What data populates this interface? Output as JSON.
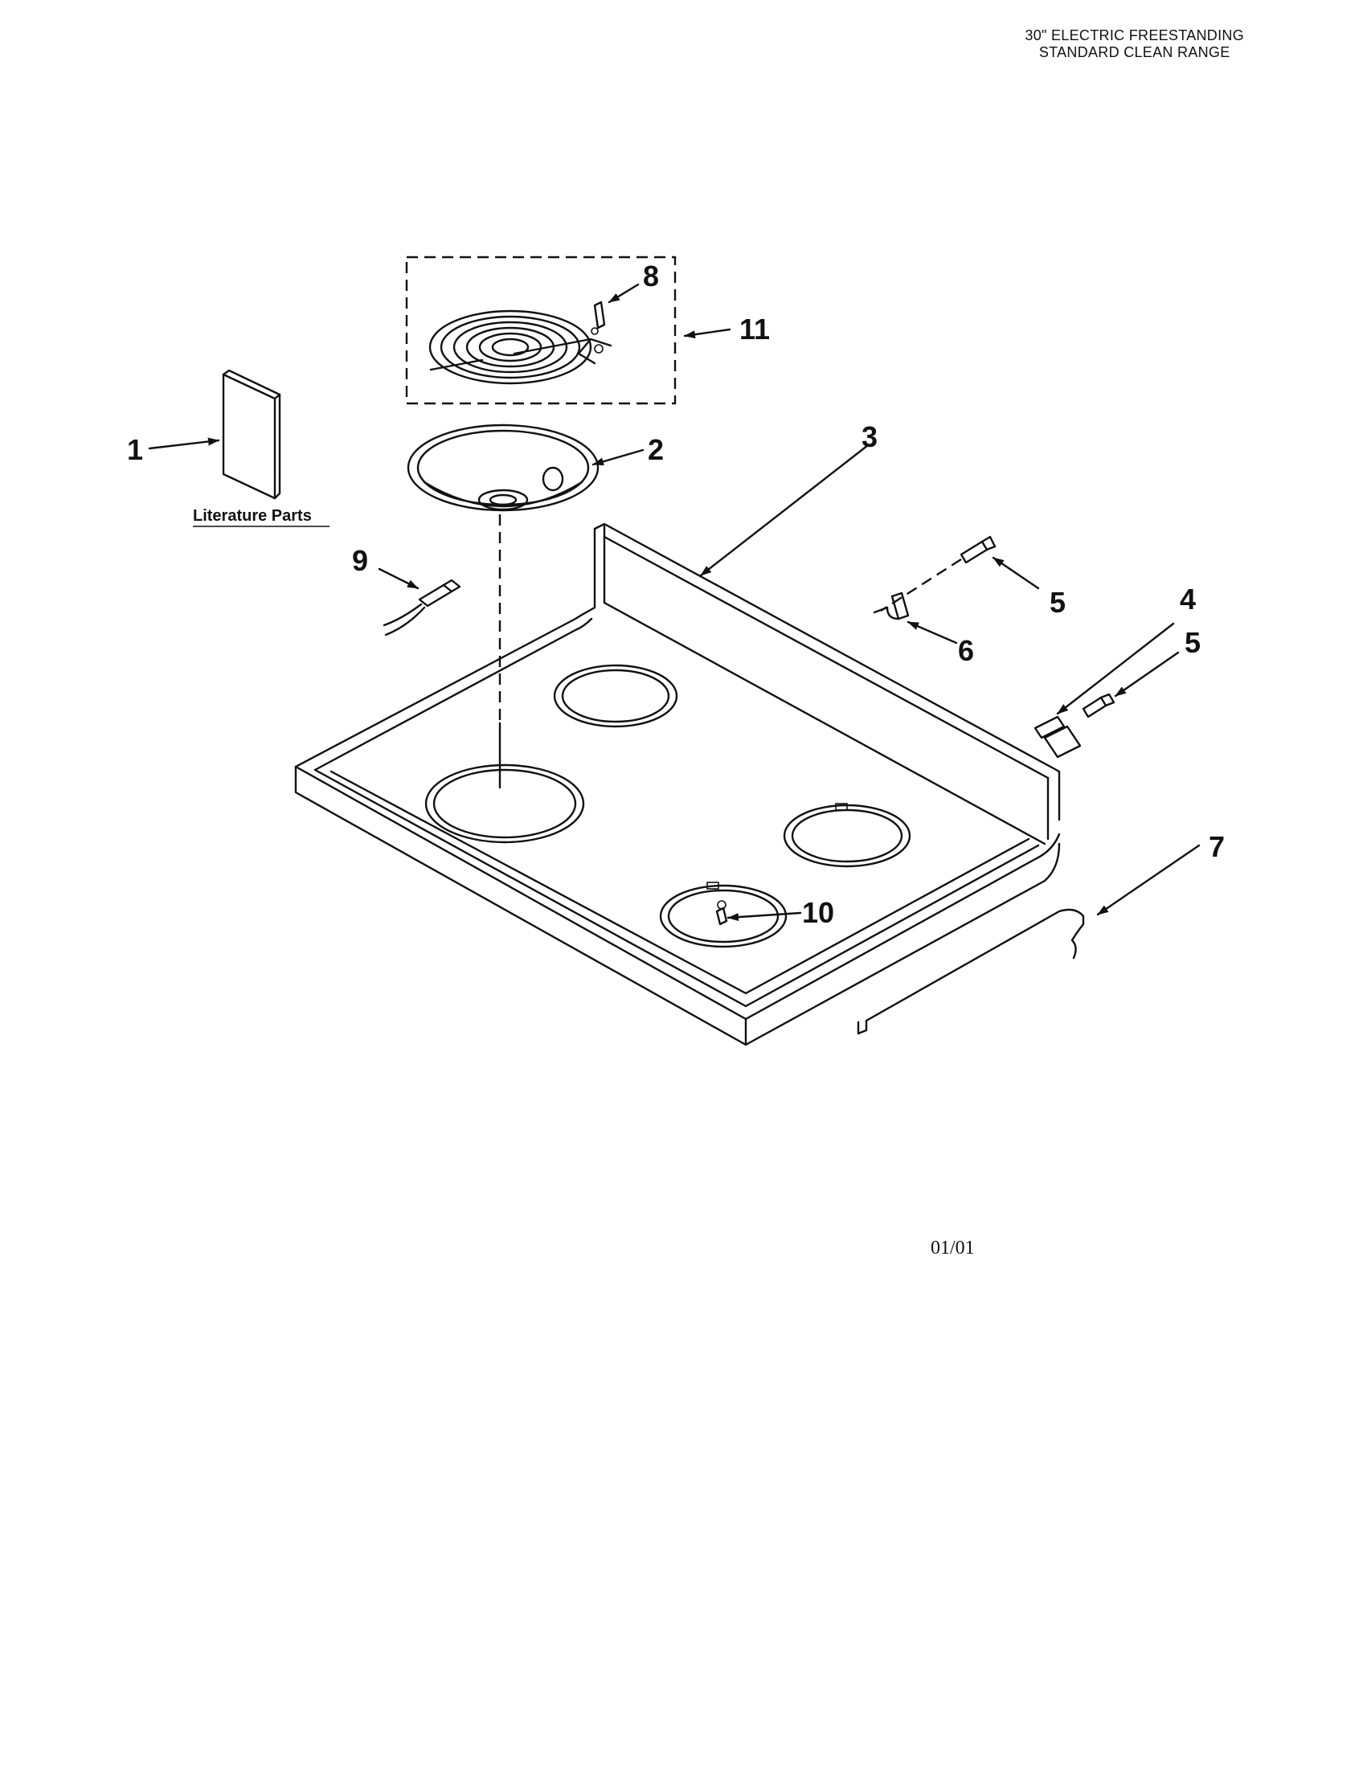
{
  "header": {
    "line1": "30\" ELECTRIC FREESTANDING",
    "line2": "STANDARD CLEAN RANGE"
  },
  "literature_label": "Literature Parts",
  "callouts": {
    "c1": "1",
    "c2": "2",
    "c3": "3",
    "c4": "4",
    "c5a": "5",
    "c5b": "5",
    "c6": "6",
    "c7": "7",
    "c8": "8",
    "c9": "9",
    "c10": "10",
    "c11": "11"
  },
  "footer": {
    "page_code": "01/01"
  }
}
